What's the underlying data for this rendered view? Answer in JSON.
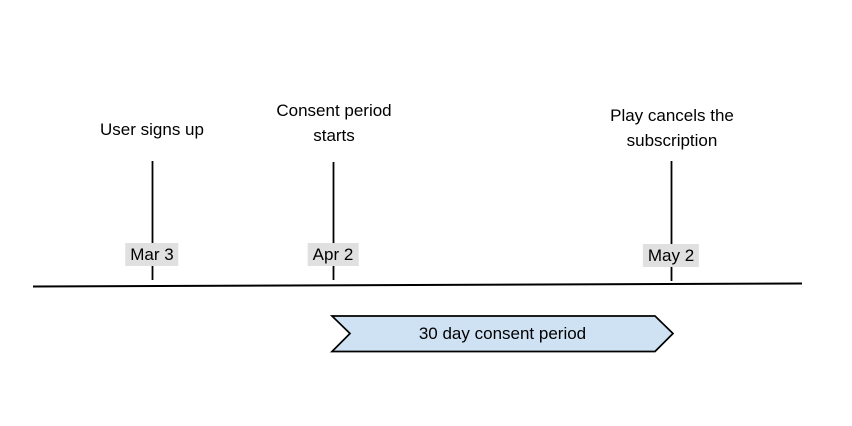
{
  "diagram": {
    "kind": "timeline",
    "events": [
      {
        "title": "User signs up",
        "date": "Mar 3"
      },
      {
        "title": "Consent period\nstarts",
        "date": "Apr 2"
      },
      {
        "title": "Play cancels the\nsubscription",
        "date": "May 2"
      }
    ],
    "banner": {
      "label": "30 day consent period"
    },
    "colors": {
      "banner_fill": "#cfe2f3",
      "banner_stroke": "#000000",
      "date_chip_bg": "#e0e0e0",
      "line_color": "#000000",
      "text_color": "#000000"
    }
  }
}
